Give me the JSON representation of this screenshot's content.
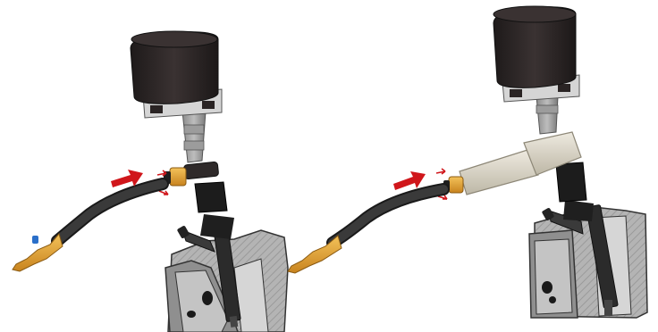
{
  "colors": {
    "arrow": "#d0161b",
    "hose": "#2f2f2f",
    "brass": "#e0a033",
    "tool_body": "#2a2424",
    "adapter": "#d9d4c6",
    "cylinder_head": "#a9a9a9",
    "injector": "#2b2b2b"
  },
  "panels": [
    {
      "name": "step-1",
      "tool_logo": "",
      "nut_label": "",
      "icons": [
        "engine-cylinder-head",
        "diesel-injector",
        "injector-nut",
        "extraction-tool",
        "connector-ring",
        "compressed-air-hose",
        "brass-quick-coupler",
        "insertion-arrow"
      ]
    },
    {
      "name": "step-2",
      "tool_logo": "",
      "nut_label": "",
      "icons": [
        "engine-cylinder-head",
        "diesel-injector",
        "injector-nut",
        "extraction-tool",
        "angled-adapter",
        "compressed-air-hose",
        "brass-quick-coupler",
        "insertion-arrow"
      ]
    }
  ]
}
